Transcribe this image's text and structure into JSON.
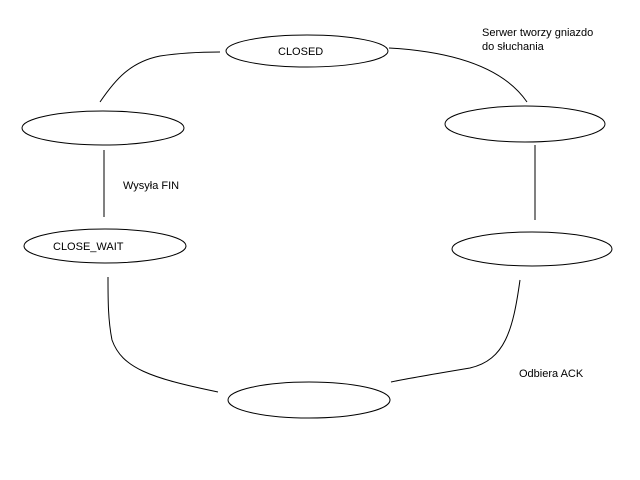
{
  "colors": {
    "stroke": "#000000",
    "fill": "#ffffff",
    "text": "#000000"
  },
  "states": {
    "closed": "CLOSED",
    "right_top": "",
    "right_bottom": "",
    "bottom": "",
    "close_wait": "CLOSE_WAIT",
    "left_top": ""
  },
  "annotations": {
    "server_line1": "Serwer tworzy gniazdo",
    "server_line2": "do słuchania",
    "sends_fin": "Wysyła FIN",
    "receives_ack": "Odbiera ACK"
  }
}
